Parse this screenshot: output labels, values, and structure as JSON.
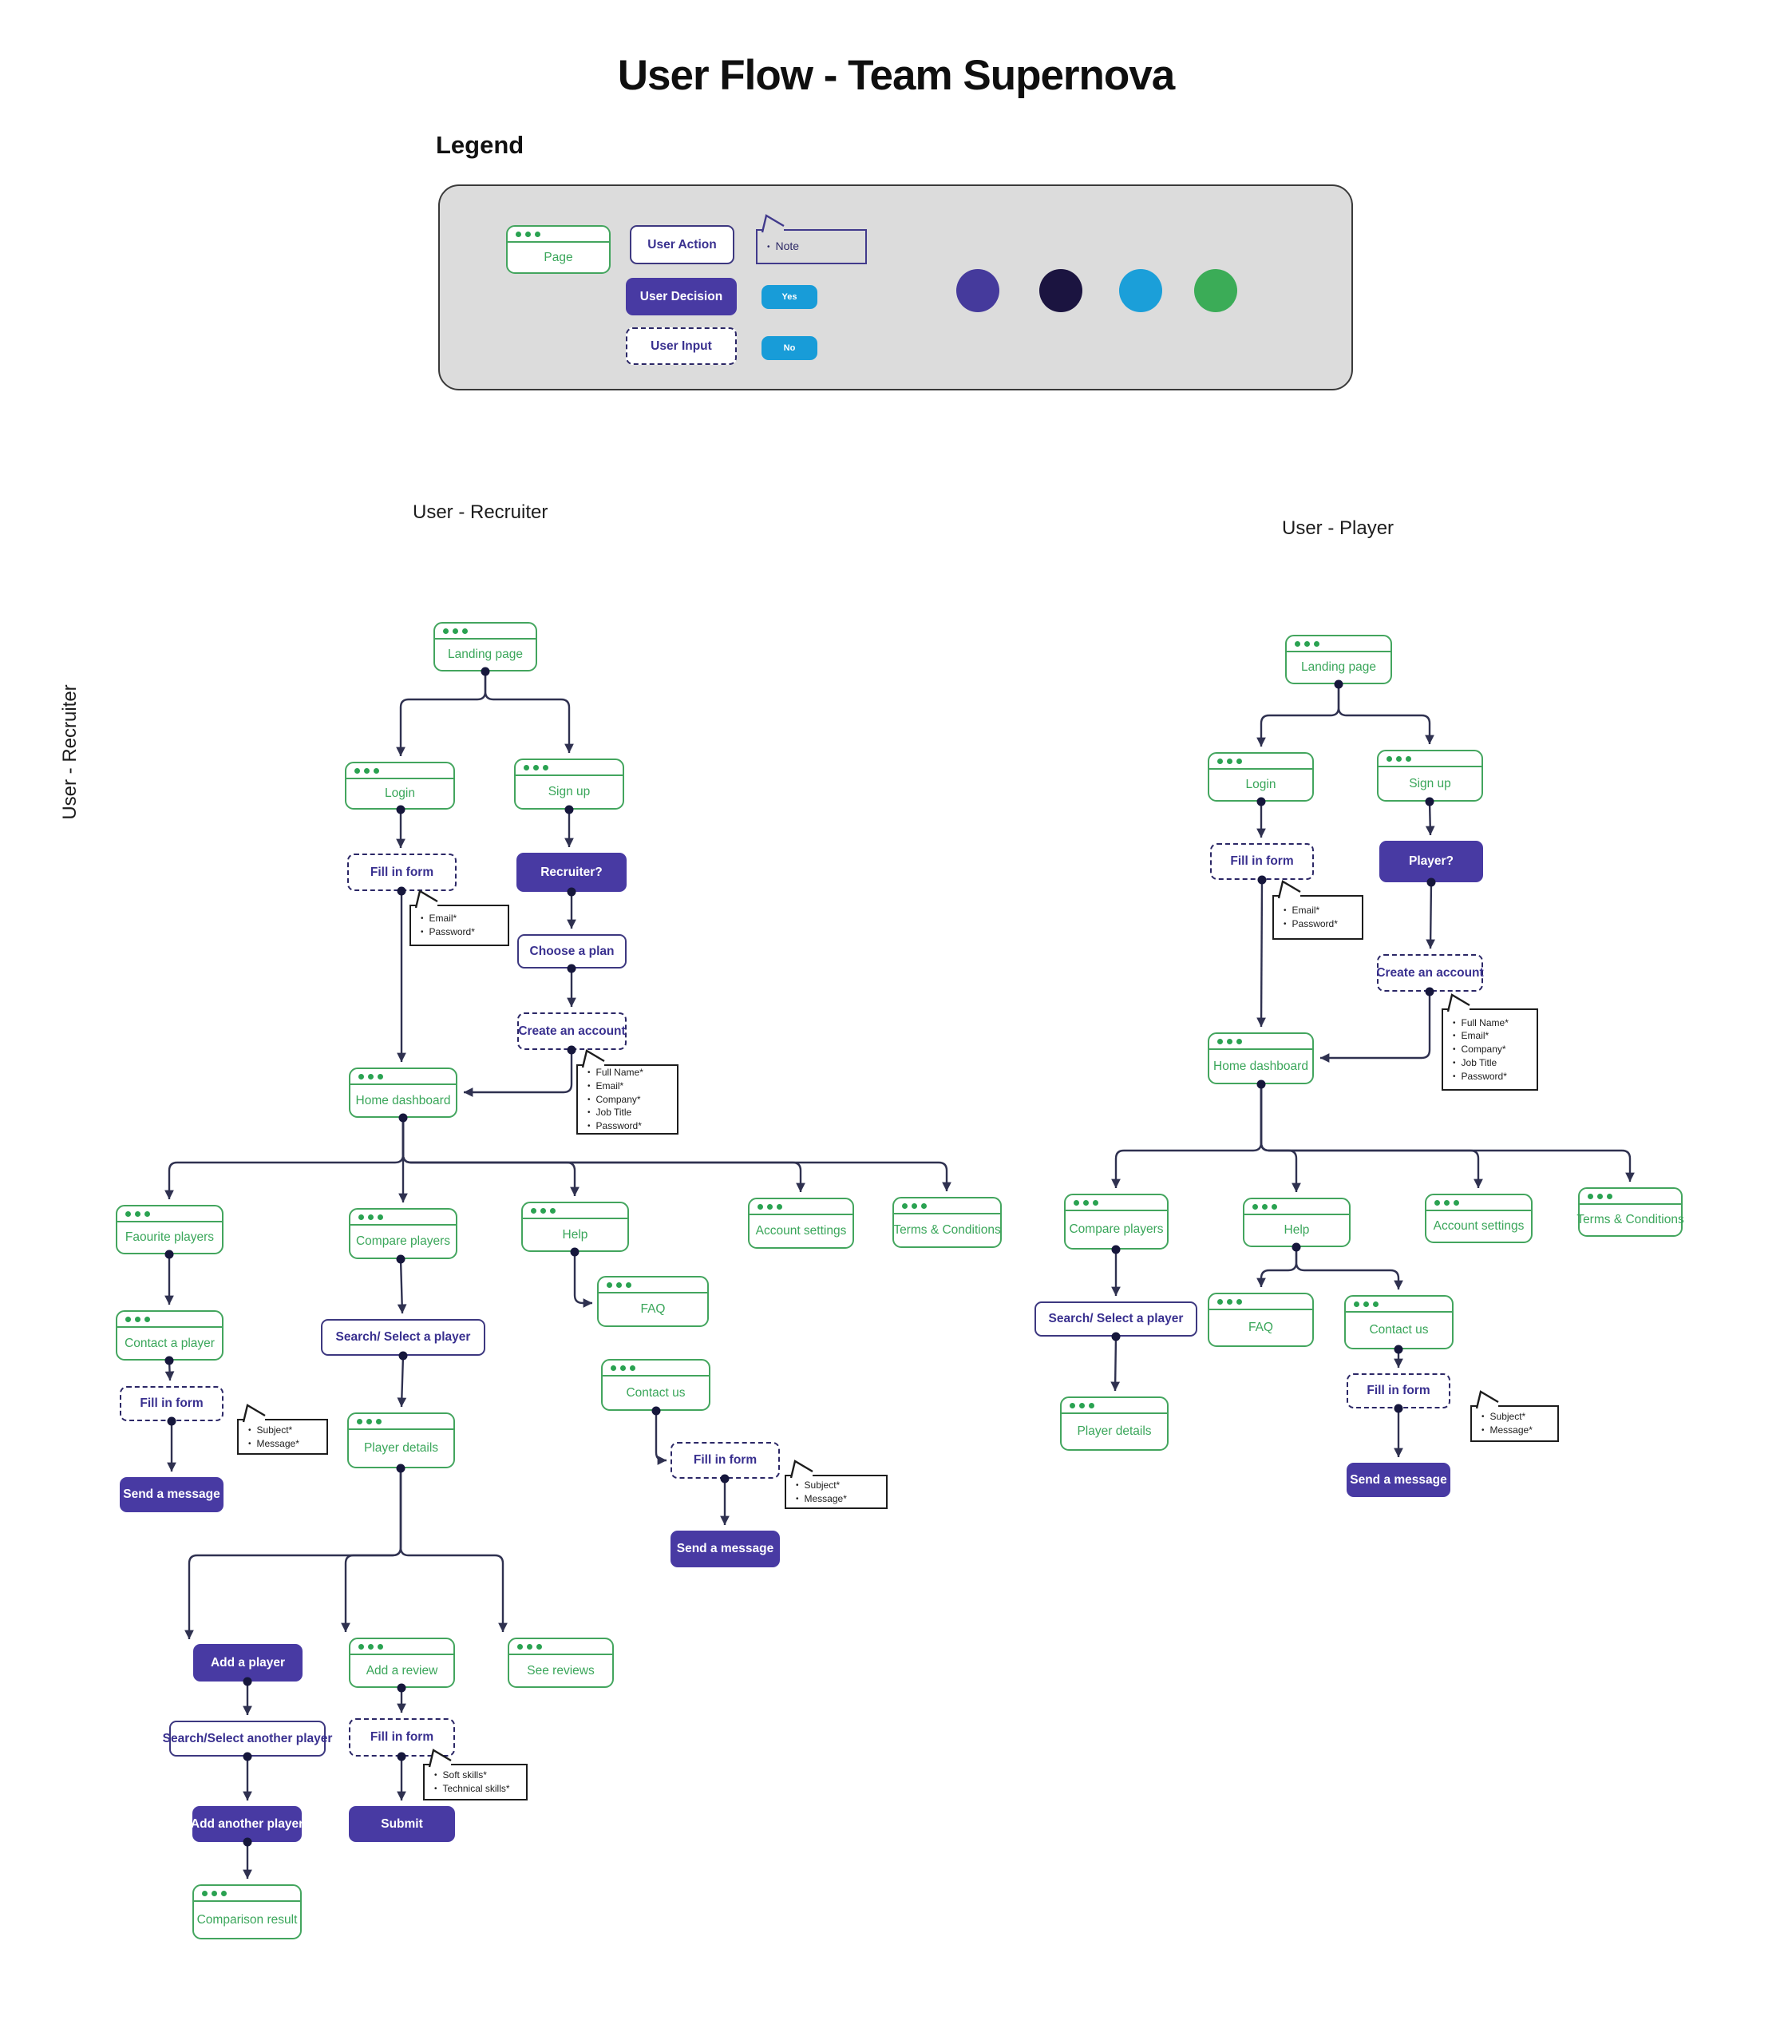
{
  "title": "User Flow - Team Supernova",
  "legend": {
    "heading": "Legend",
    "page_label": "Page",
    "user_action_label": "User Action",
    "note_label": "Note",
    "user_decision_label": "User Decision",
    "yes_label": "Yes",
    "user_input_label": "User Input",
    "no_label": "No",
    "palette": [
      "#453a9c",
      "#1b1440",
      "#1b9fd9",
      "#3bac57"
    ]
  },
  "headings": {
    "recruiter_side": "User - Recruiter",
    "recruiter": "User - Recruiter",
    "player": "User - Player"
  },
  "recruiter": {
    "landing_page": "Landing page",
    "login": "Login",
    "sign_up": "Sign up",
    "fill_in_form_login": "Fill in form",
    "recruiter_decision": "Recruiter?",
    "note_login": [
      "Email*",
      "Password*"
    ],
    "choose_a_plan": "Choose a plan",
    "create_an_account": "Create an account",
    "note_create_account": [
      "Full Name*",
      "Email*",
      "Company*",
      "Job Title",
      "Password*"
    ],
    "home_dashboard": "Home dashboard",
    "favourite_players": "Faourite players",
    "compare_players": "Compare players",
    "help": "Help",
    "account_settings": "Account settings",
    "terms_conditions": "Terms & Conditions",
    "contact_a_player": "Contact a player",
    "search_select_player": "Search/ Select a player",
    "fill_in_form_contact": "Fill in form",
    "note_contact": [
      "Subject*",
      "Message*"
    ],
    "send_a_message_contact": "Send a message",
    "player_details": "Player details",
    "faq": "FAQ",
    "contact_us": "Contact us",
    "fill_in_form_contact_us": "Fill in form",
    "note_contact_us": [
      "Subject*",
      "Message*"
    ],
    "send_a_message_contact_us": "Send a message",
    "add_a_player": "Add a player",
    "add_a_review": "Add a review",
    "see_reviews": "See reviews",
    "search_select_another_player": "Search/Select  another player",
    "fill_in_form_review": "Fill in form",
    "note_review": [
      "Soft skills*",
      "Technical skills*"
    ],
    "add_another_player": "Add another  player",
    "submit": "Submit",
    "comparison_result": "Comparison result"
  },
  "player": {
    "landing_page": "Landing page",
    "login": "Login",
    "sign_up": "Sign up",
    "fill_in_form_login": "Fill in form",
    "player_decision": "Player?",
    "note_login": [
      "Email*",
      "Password*"
    ],
    "create_an_account": "Create an account",
    "note_create_account": [
      "Full Name*",
      "Email*",
      "Company*",
      "Job Title",
      "Password*"
    ],
    "home_dashboard": "Home dashboard",
    "compare_players": "Compare players",
    "help": "Help",
    "account_settings": "Account settings",
    "terms_conditions": "Terms & Conditions",
    "search_select_player": "Search/ Select a player",
    "faq": "FAQ",
    "contact_us": "Contact us",
    "player_details": "Player details",
    "fill_in_form_contact": "Fill in form",
    "note_contact": [
      "Subject*",
      "Message*"
    ],
    "send_a_message": "Send a message"
  }
}
